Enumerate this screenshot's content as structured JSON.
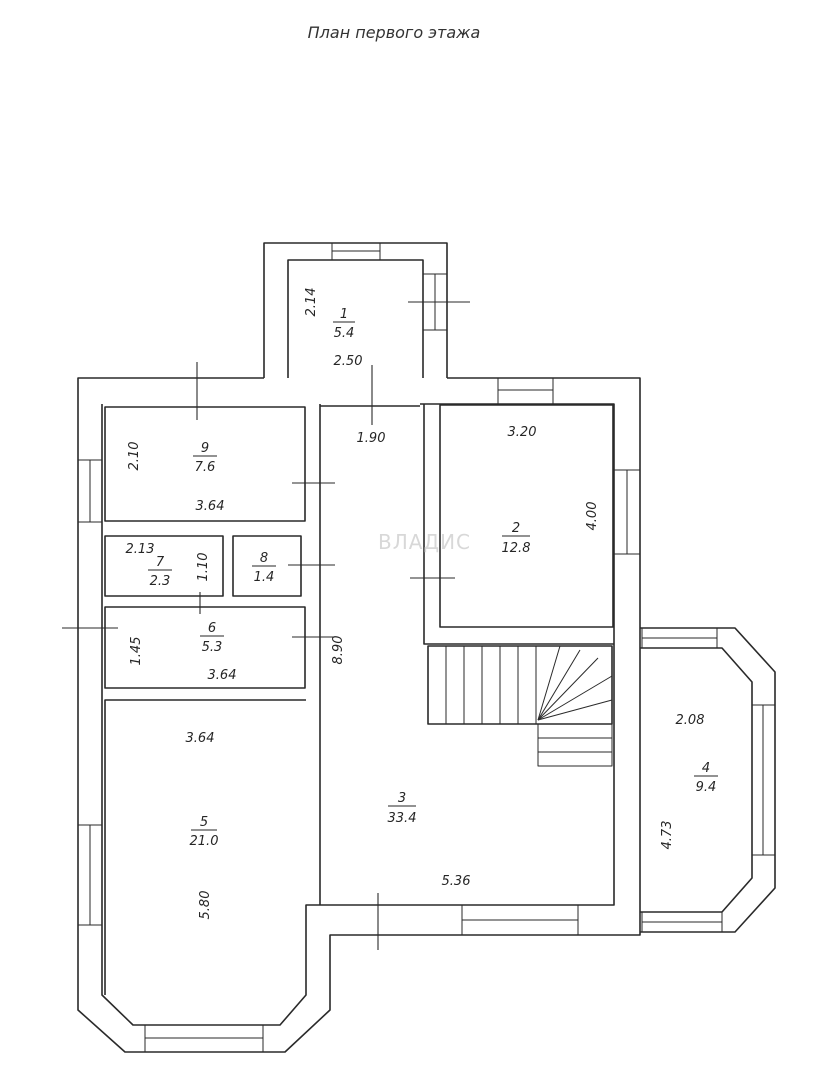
{
  "title": "План первого этажа",
  "watermark": "ВЛАДИС",
  "colors": {
    "line": "#2a2a2a",
    "text": "#262626",
    "watermark": "#d8d8d8"
  },
  "rooms": [
    {
      "number": "1",
      "area": "5.4"
    },
    {
      "number": "2",
      "area": "12.8"
    },
    {
      "number": "3",
      "area": "33.4"
    },
    {
      "number": "4",
      "area": "9.4"
    },
    {
      "number": "5",
      "area": "21.0"
    },
    {
      "number": "6",
      "area": "5.3"
    },
    {
      "number": "7",
      "area": "2.3"
    },
    {
      "number": "8",
      "area": "1.4"
    },
    {
      "number": "9",
      "area": "7.6"
    }
  ],
  "dimensions": {
    "r1_height": "2.14",
    "r1_width": "2.50",
    "r9_height": "2.10",
    "r9_width": "3.64",
    "corridor_width": "1.90",
    "r2_width": "3.20",
    "r2_height": "4.00",
    "r7_width": "2.13",
    "r7_height": "1.10",
    "r6_height": "1.45",
    "r6_width": "3.64",
    "hall_length": "8.90",
    "r5_width": "3.64",
    "r5_height": "5.80",
    "r3_width": "5.36",
    "r4_width": "2.08",
    "r4_height": "4.73"
  }
}
